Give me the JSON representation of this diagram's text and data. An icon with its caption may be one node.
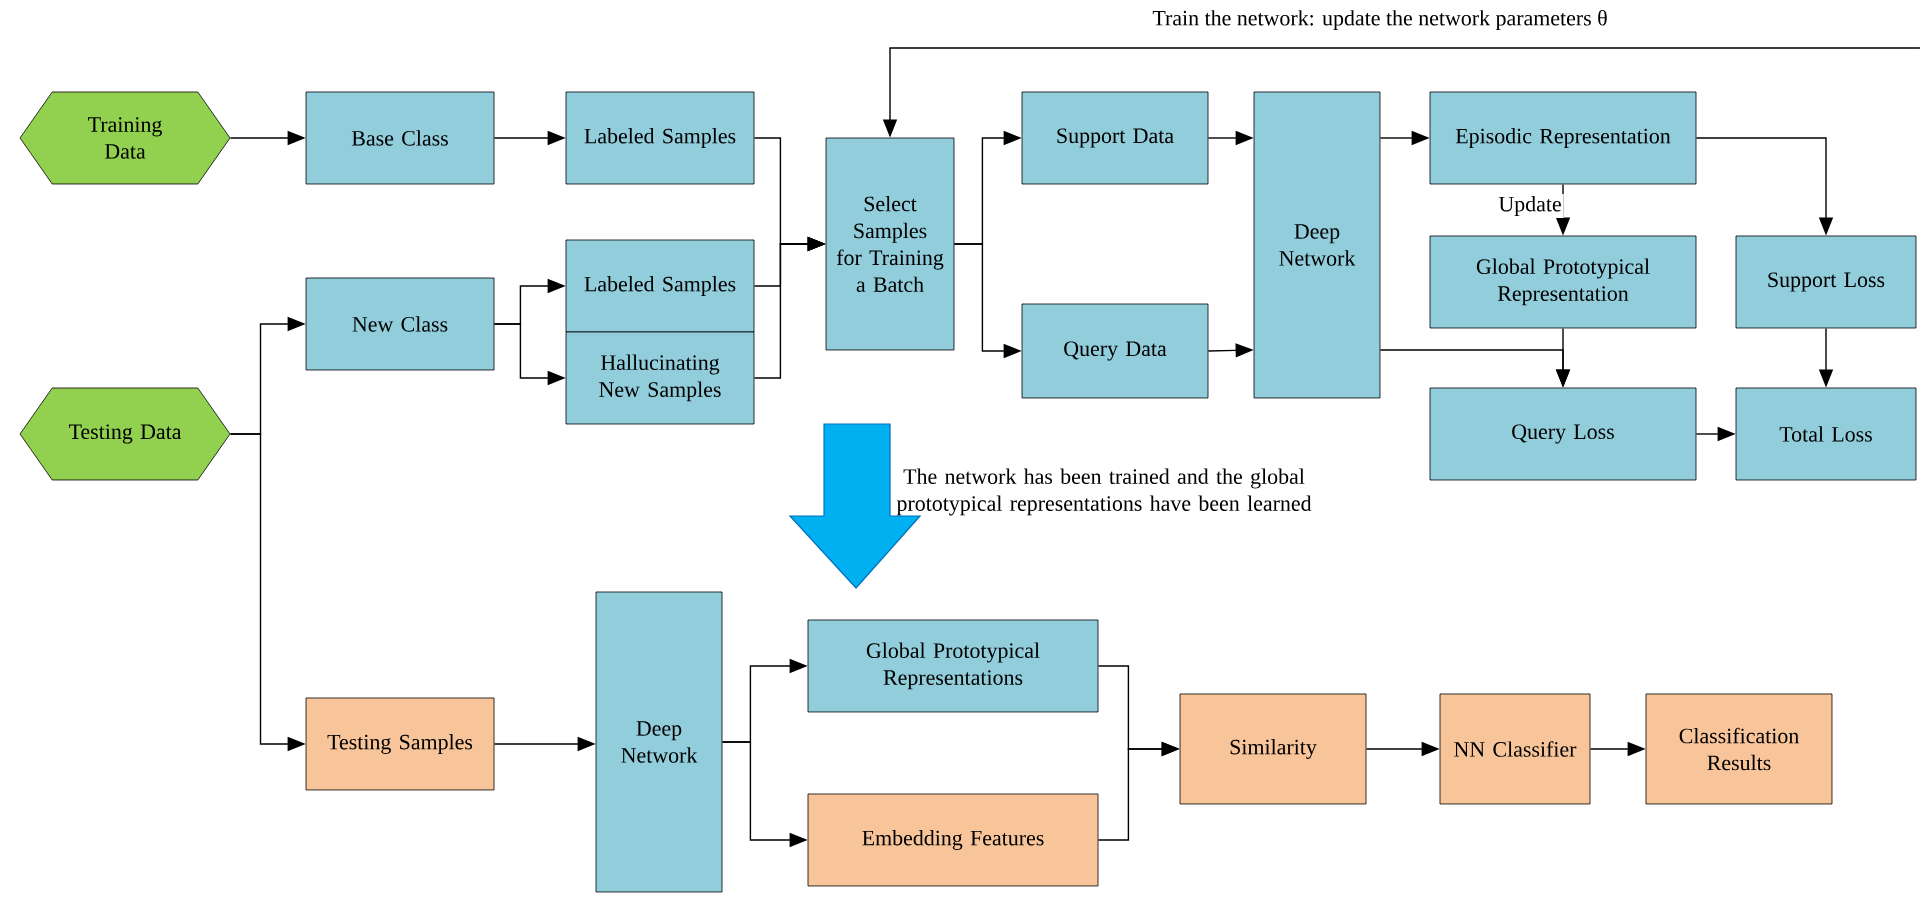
{
  "diagram": {
    "nodes": [
      {
        "text": [
          "Training Data"
        ]
      },
      {
        "text": [
          "Base Class"
        ]
      },
      {
        "text": [
          "Labeled Samples"
        ]
      },
      {
        "text": [
          "Select Samples for Training a Batch"
        ]
      },
      {
        "text": [
          "Support Data"
        ]
      },
      {
        "text": [
          "Deep Network"
        ]
      },
      {
        "text": [
          "Episodic Representation"
        ]
      },
      {
        "text": [
          "Global Prototypical Representation"
        ]
      },
      {
        "text": [
          "Support Loss"
        ]
      },
      {
        "text": [
          "Query Data"
        ]
      },
      {
        "text": [
          "Query Loss"
        ]
      },
      {
        "text": [
          "Total Loss"
        ]
      },
      {
        "text": [
          "New Class"
        ]
      },
      {
        "text": [
          "Labeled Samples"
        ]
      },
      {
        "text": [
          "Hallucinating New Samples"
        ]
      },
      {
        "text": [
          "Testing Data"
        ]
      },
      {
        "text": [
          "Testing Samples"
        ]
      },
      {
        "text": [
          "Deep Network"
        ]
      },
      {
        "text": [
          "Global Prototypical Representations"
        ]
      },
      {
        "text": [
          "Embedding Features"
        ]
      },
      {
        "text": [
          "Similarity"
        ]
      },
      {
        "text": [
          "NN Classifier"
        ]
      },
      {
        "text": [
          "Classification Results"
        ]
      }
    ],
    "edges": [
      {
        "from": 0,
        "to": 1,
        "arrow": "to"
      },
      {
        "from": 1,
        "to": 2,
        "arrow": "to"
      },
      {
        "from": 2,
        "to": 3,
        "arrow": "to"
      },
      {
        "from": 13,
        "to": 3,
        "arrow": "to"
      },
      {
        "from": 14,
        "to": 3,
        "arrow": "to"
      },
      {
        "from": 3,
        "to": 4,
        "arrow": "to"
      },
      {
        "from": 3,
        "to": 9,
        "arrow": "to"
      },
      {
        "from": 4,
        "to": 5,
        "arrow": "to"
      },
      {
        "from": 9,
        "to": 5,
        "arrow": "to"
      },
      {
        "from": 5,
        "to": 6,
        "arrow": "to"
      },
      {
        "from": 6,
        "to": 7,
        "arrow": "to",
        "label": "Update"
      },
      {
        "from": 6,
        "to": 8,
        "arrow": "to"
      },
      {
        "from": 7,
        "to": 10,
        "arrow": "to"
      },
      {
        "from": 5,
        "to": 10,
        "arrow": "to"
      },
      {
        "from": 8,
        "to": 11,
        "arrow": "to"
      },
      {
        "from": 10,
        "to": 11,
        "arrow": "to"
      },
      {
        "from": null,
        "to": 3,
        "arrow": "to",
        "label": "Train the network: update the network parameters θ"
      },
      {
        "from": 15,
        "to": 12,
        "arrow": "to"
      },
      {
        "from": 15,
        "to": 16,
        "arrow": "to"
      },
      {
        "from": 12,
        "to": 13,
        "arrow": "to"
      },
      {
        "from": 12,
        "to": 14,
        "arrow": "to"
      },
      {
        "from": 16,
        "to": 17,
        "arrow": "to"
      },
      {
        "from": 17,
        "to": 18,
        "arrow": "to"
      },
      {
        "from": 17,
        "to": 19,
        "arrow": "to"
      },
      {
        "from": 18,
        "to": 20,
        "arrow": "to"
      },
      {
        "from": 19,
        "to": 20,
        "arrow": "to"
      },
      {
        "from": 20,
        "to": 21,
        "arrow": "to"
      },
      {
        "from": 21,
        "to": 22,
        "arrow": "to"
      }
    ],
    "labels": [
      "The network has been trained and the global prototypical representations have been learned"
    ]
  }
}
